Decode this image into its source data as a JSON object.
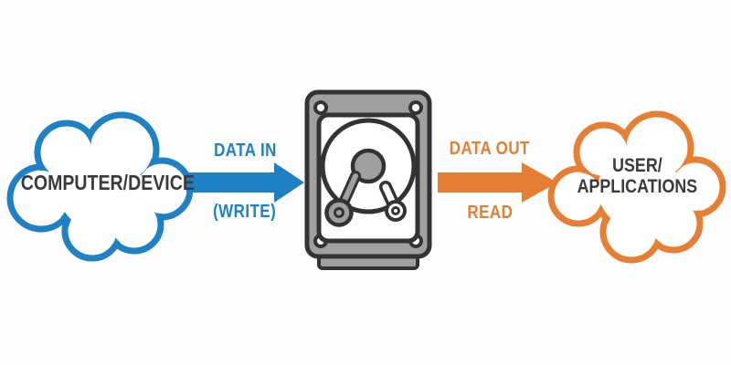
{
  "diagram_type": "data-flow",
  "nodes": {
    "source": {
      "label": "COMPUTER/DEVICE"
    },
    "storage": {
      "icon": "hard-drive-icon"
    },
    "destination": {
      "label_line1": "USER/",
      "label_line2": "APPLICATIONS"
    }
  },
  "flows": {
    "write": {
      "label_top": "DATA IN",
      "label_bottom": "(WRITE)",
      "direction": "right",
      "color": "#1d81c4"
    },
    "read": {
      "label_top": "DATA OUT",
      "label_bottom": "READ",
      "direction": "right",
      "color": "#e67e33"
    }
  },
  "colors": {
    "source_cloud_outline": "#1d81c4",
    "destination_cloud_outline": "#e67e33",
    "text_dark": "#3b3b3b",
    "hdd_body": "#a0a0a0",
    "hdd_outline": "#333333",
    "background": "#fdfdfd"
  }
}
